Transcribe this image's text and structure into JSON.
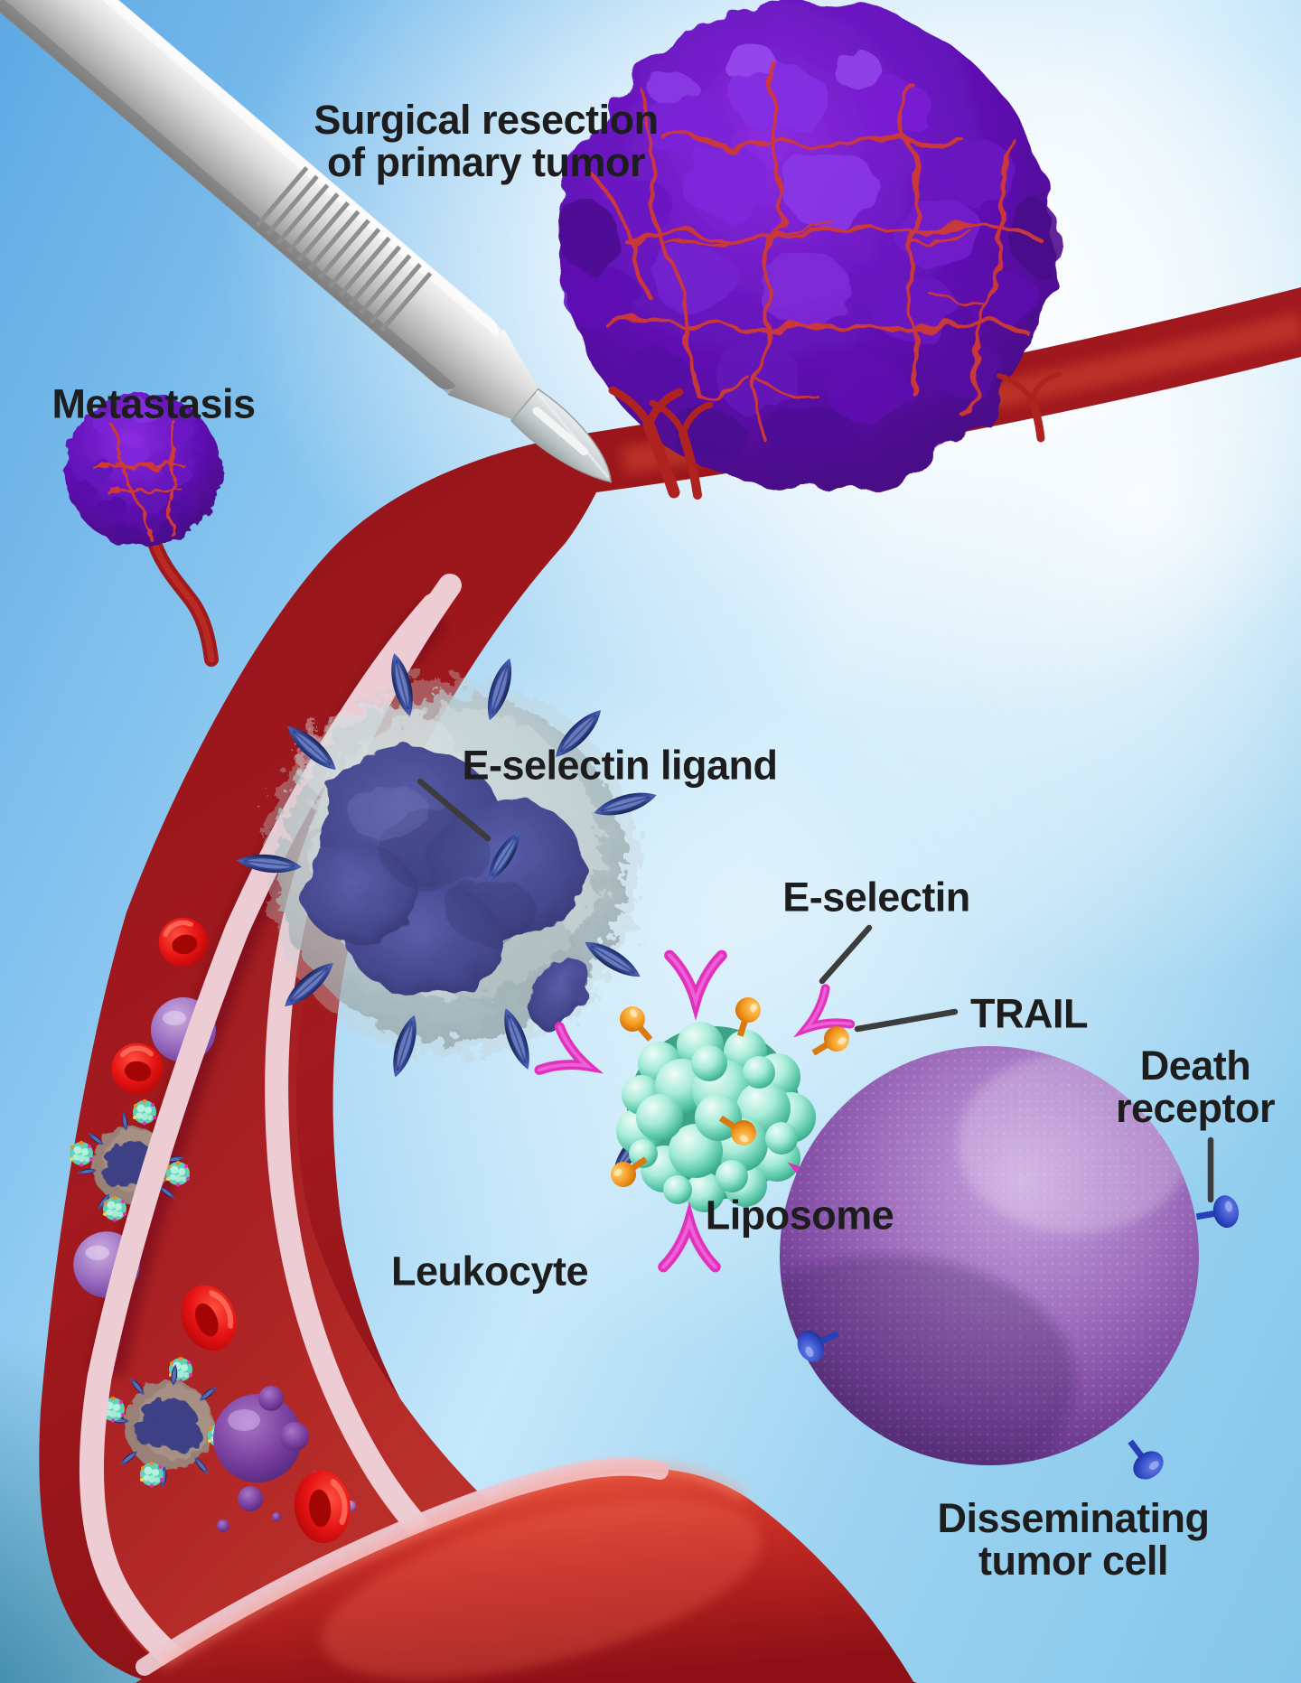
{
  "figure": {
    "type": "medical-illustration",
    "labels": {
      "surgical_resection": "Surgical resection\nof primary tumor",
      "metastasis": "Metastasis",
      "e_selectin_ligand": "E-selectin ligand",
      "e_selectin": "E-selectin",
      "trail": "TRAIL",
      "liposome": "Liposome",
      "leukocyte": "Leukocyte",
      "death_receptor": "Death\nreceptor",
      "disseminating_tumor_cell": "Disseminating\ntumor cell"
    },
    "colors": {
      "background_sky_blue": "#8ccaf2",
      "background_teal": "#2e7f9e",
      "vessel_red": "#9e161c",
      "vessel_lining_pink": "#eeccd4",
      "tumor_purple": "#6212b8",
      "capillary_red": "#cf3a33",
      "liposome_teal": "#5ecfb4",
      "e_selectin_magenta": "#e032be",
      "trail_orange": "#f08a1e",
      "ligand_navy": "#27357f",
      "leukocyte_gray": "#b7c3c6",
      "nucleus_slate_blue": "#45498e",
      "tumor_cell_purple": "#8a55ae",
      "death_receptor_blue": "#2b44c0",
      "scalpel_gray": "#c6c6c6",
      "label_text": "#1d1d1d"
    }
  }
}
